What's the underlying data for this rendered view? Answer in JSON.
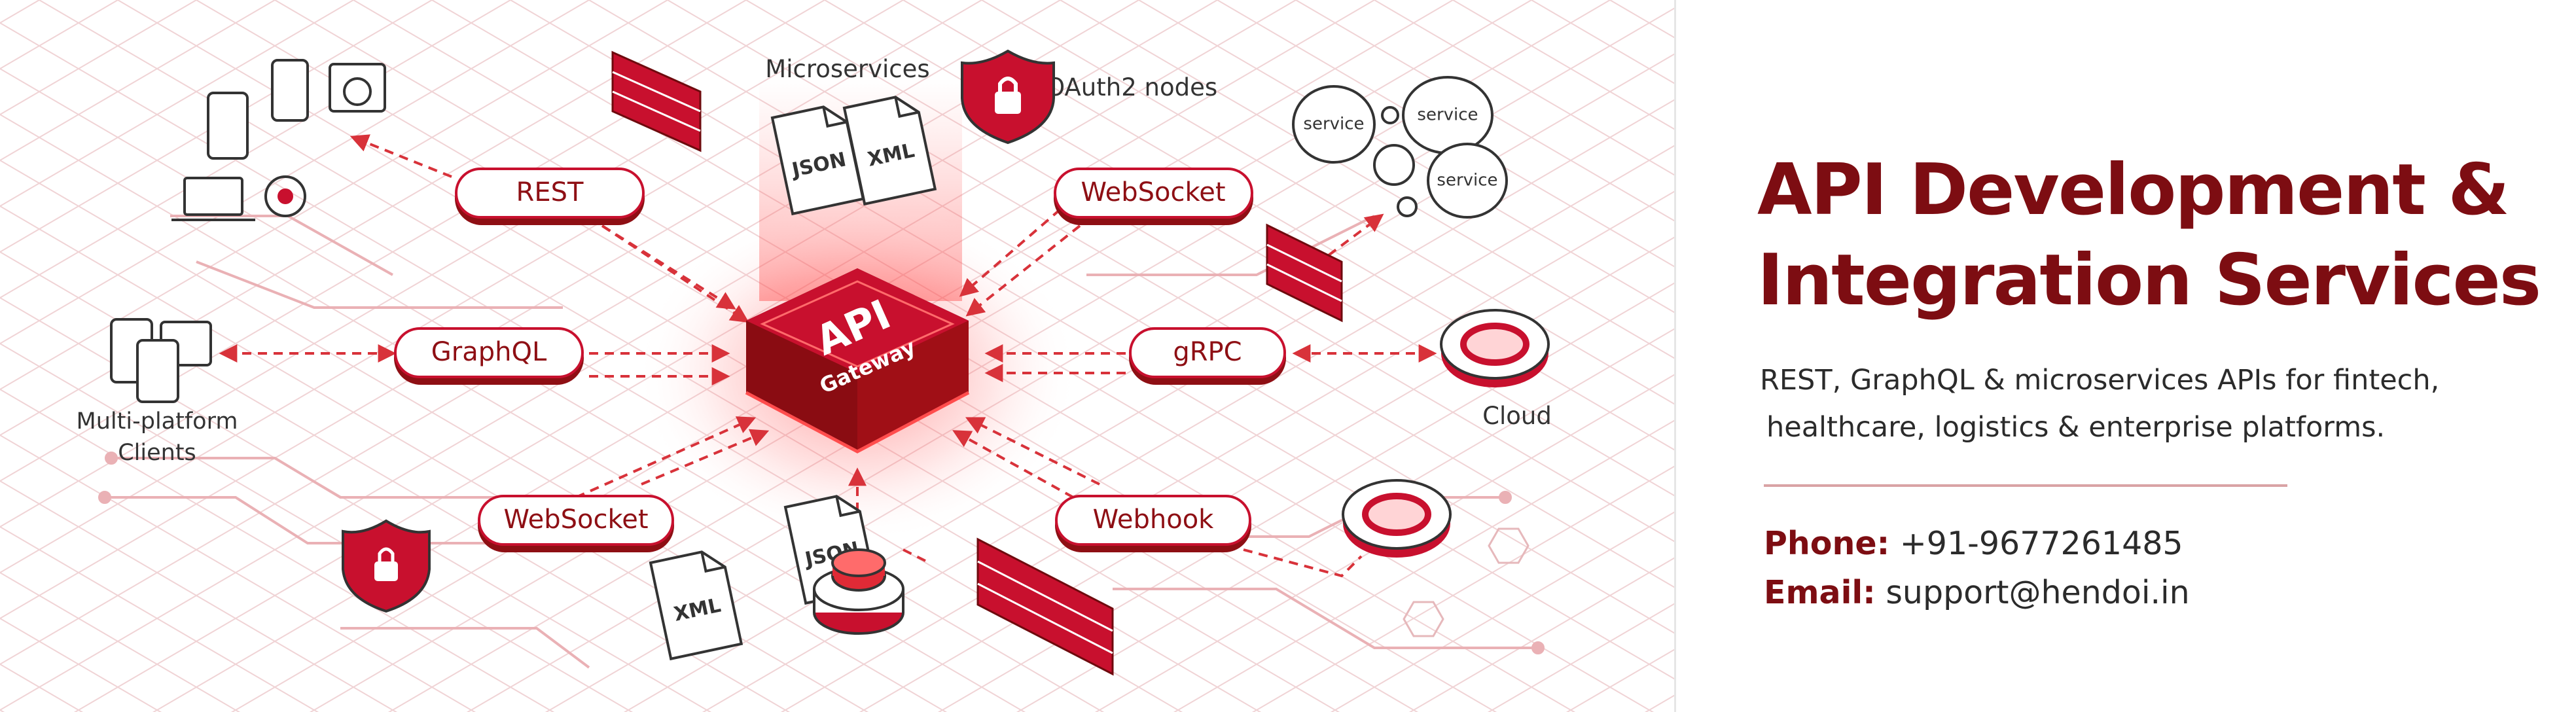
{
  "headline": {
    "line1": "API Development &",
    "line2": "Integration Services"
  },
  "subtitle": {
    "line1": "REST, GraphQL & microservices APIs for fintech,",
    "line2": "healthcare, logistics & enterprise platforms."
  },
  "contact": {
    "phone_label": "Phone:",
    "phone_value": "+91-9677261485",
    "email_label": "Email:",
    "email_value": "support@hendoi.in"
  },
  "gateway": {
    "line1": "API",
    "line2": "Gateway"
  },
  "protocols": {
    "rest": "REST",
    "graphql": "GraphQL",
    "websocket_left": "WebSocket",
    "websocket_right": "WebSocket",
    "grpc": "gRPC",
    "webhook": "Webhook"
  },
  "labels": {
    "microservices": "Microservices",
    "oauth": "OAuth2 nodes",
    "clients_line1": "Multi-platform",
    "clients_line2": "Clients",
    "cloud": "Cloud"
  },
  "services": {
    "s1": "service",
    "s2": "service",
    "s3": "service"
  },
  "documents": {
    "json_top": "JSON",
    "xml_top": "XML",
    "json_bottom": "JSON",
    "xml_bottom": "XML"
  },
  "colors": {
    "brand": "#7d0d12",
    "accent": "#c8102e",
    "line": "#d94a52"
  }
}
